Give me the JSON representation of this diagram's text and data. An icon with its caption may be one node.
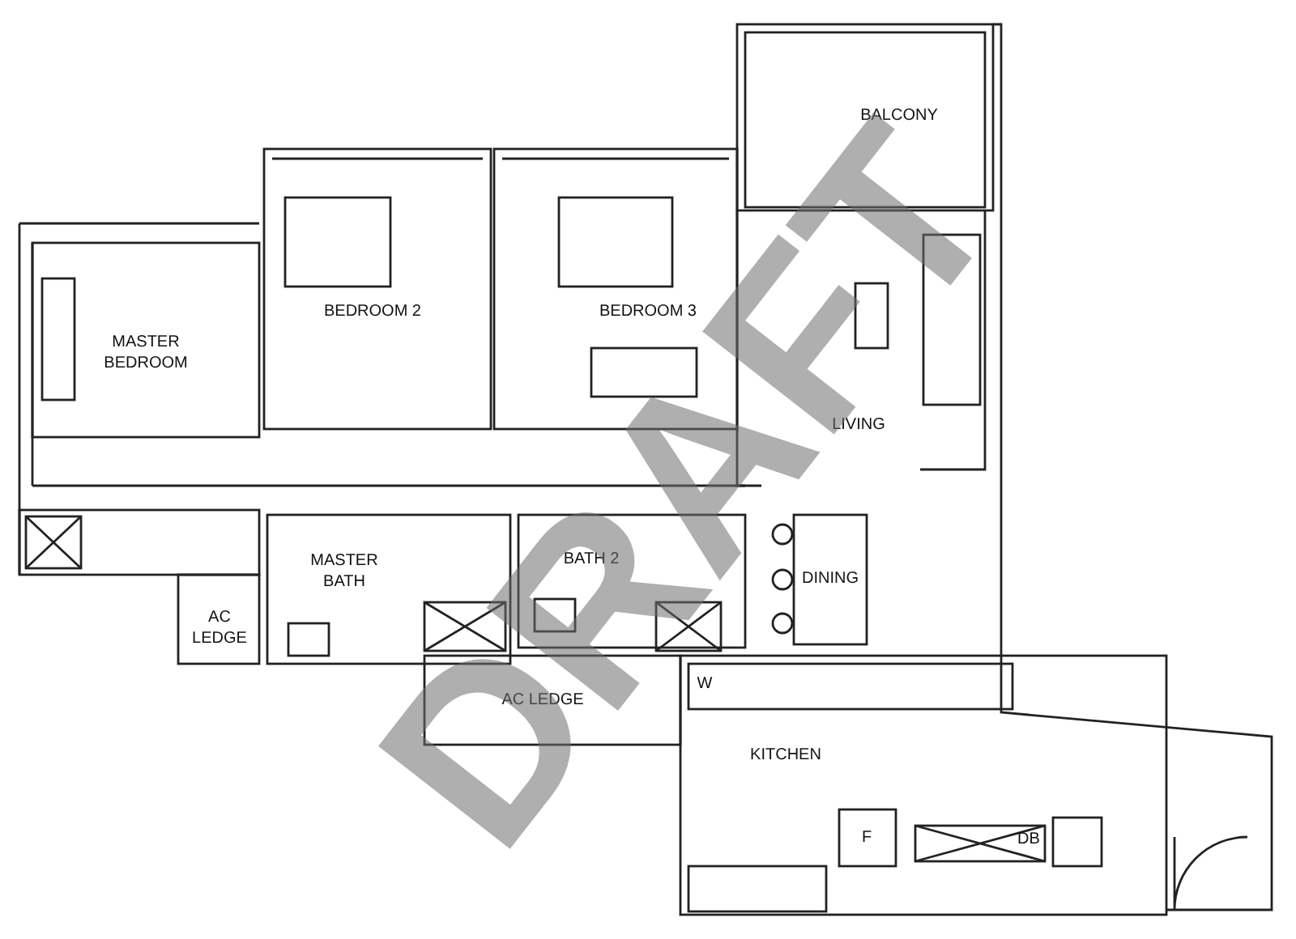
{
  "diagram": {
    "labels": [
      "BALCONY",
      "BEDROOM 2",
      "BEDROOM 3",
      "MASTER BEDROOM",
      "LIVING",
      "MASTER BATH",
      "BATH 2",
      "DINING",
      "AC LEDGE",
      "AC LEDGE",
      "W",
      "KITCHEN",
      "F",
      "DB",
      "DRAFT"
    ]
  }
}
